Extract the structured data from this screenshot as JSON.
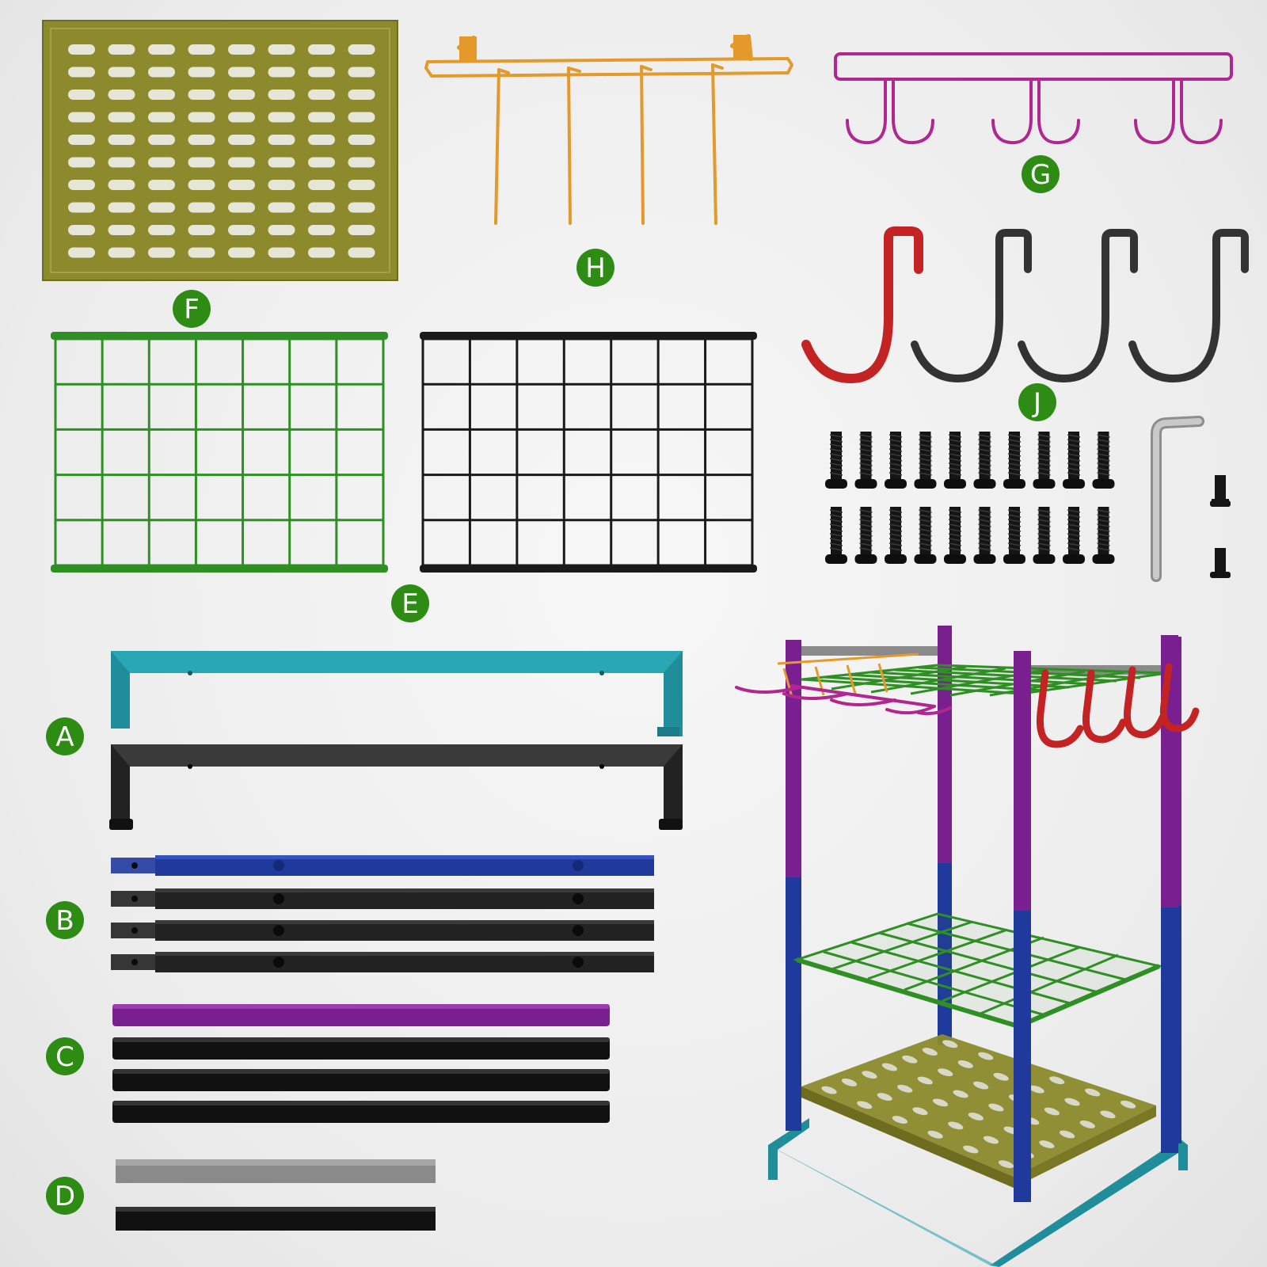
{
  "labels": {
    "A": "A",
    "B": "B",
    "C": "C",
    "D": "D",
    "E": "E",
    "F": "F",
    "G": "G",
    "H": "H",
    "J": "J"
  },
  "colors": {
    "background": "#ececec",
    "label_badge": "#2e8b14",
    "part_A_teal": "#1f8d9a",
    "part_A_black": "#222222",
    "part_B_blue": "#1f3a9c",
    "part_B_black": "#222222",
    "part_C_purple": "#7a1f8f",
    "part_C_black": "#111111",
    "part_D_gray": "#8a8a8a",
    "part_D_black": "#111111",
    "part_E_green": "#2f8f24",
    "part_E_black": "#1a1a1a",
    "part_F_olive": "#8c8a2c",
    "part_G_magenta": "#b0288f",
    "part_H_orange": "#e39a2a",
    "part_J_red": "#c42323",
    "part_J_black": "#333333",
    "hardware_black": "#151515",
    "hex_key_silver": "#b5b5b5"
  },
  "counts": {
    "screws": 20,
    "small_screws": 2,
    "hex_key": 1
  }
}
